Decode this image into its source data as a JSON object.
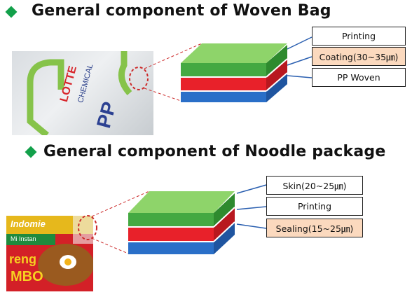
{
  "section1": {
    "title": "General component of Woven Bag",
    "photo": {
      "logo_line1": "LOTTE",
      "logo_line2": "CHEMICAL",
      "product": "PP"
    },
    "labels": [
      "Printing",
      "Coating(30~35㎛)",
      "PP Woven"
    ]
  },
  "section2": {
    "title": "General component of Noodle package",
    "photo": {
      "brand": "Indomie",
      "subtitle": "Mi Instan",
      "word1": "reng",
      "word2": "MBO"
    },
    "labels": [
      "Skin(20~25㎛)",
      "Printing",
      "Sealing(15~25㎛)"
    ]
  },
  "colors": {
    "bullet": "#12a04a",
    "layer_green": "#72c94a",
    "layer_red": "#e8212a",
    "layer_blue": "#2a6fc8",
    "highlight_box": "#fbd9be",
    "dashed_line": "#cc2a2a"
  }
}
